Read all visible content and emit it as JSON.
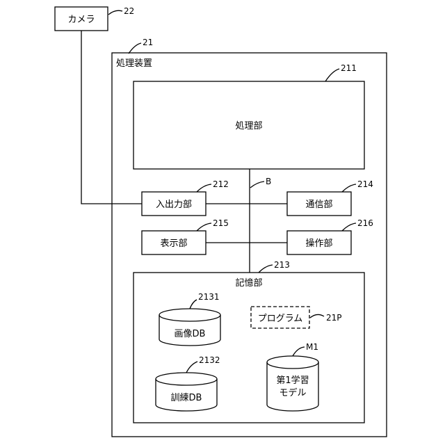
{
  "camera": {
    "label": "カメラ",
    "ref": "22"
  },
  "device": {
    "label": "処理装置",
    "ref": "21"
  },
  "processor": {
    "label": "処理部",
    "ref": "211"
  },
  "bus": {
    "label": "B"
  },
  "io_unit": {
    "label": "入出力部",
    "ref": "212"
  },
  "comm_unit": {
    "label": "通信部",
    "ref": "214"
  },
  "display_unit": {
    "label": "表示部",
    "ref": "215"
  },
  "operation_unit": {
    "label": "操作部",
    "ref": "216"
  },
  "storage": {
    "label": "記憶部",
    "ref": "213",
    "image_db": {
      "label": "画像DB",
      "ref": "2131"
    },
    "training_db": {
      "label": "訓練DB",
      "ref": "2132"
    },
    "program": {
      "label": "プログラム",
      "ref": "21P"
    },
    "model": {
      "label_line1": "第1学習",
      "label_line2": "モデル",
      "ref": "M1"
    }
  }
}
